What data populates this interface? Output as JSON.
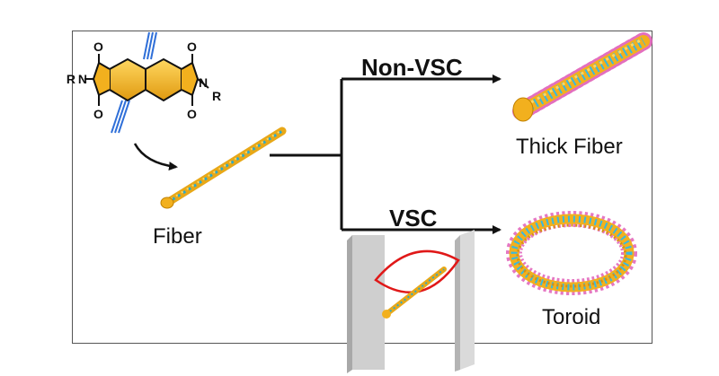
{
  "labels": {
    "non_vsc": "Non-VSC",
    "vsc": "VSC",
    "fiber": "Fiber",
    "thick_fiber": "Thick Fiber",
    "toroid": "Toroid"
  },
  "molecule": {
    "o_atom": "O",
    "n_atom": "N",
    "r_group": "R"
  },
  "colors": {
    "core": "#f2b01e",
    "alkyne": "#2f6fd8",
    "pink": "#e060b8",
    "cyan": "#39b8e0",
    "vortex": "#e01818",
    "arrow": "#111111"
  }
}
